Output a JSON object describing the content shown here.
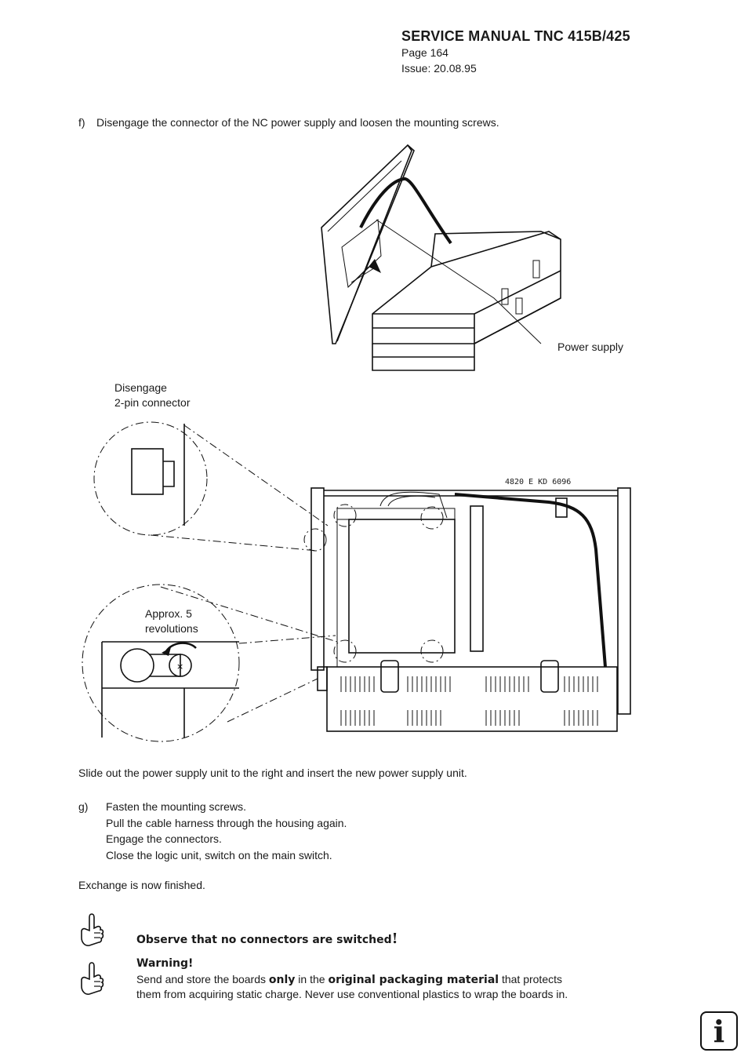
{
  "header": {
    "title": "SERVICE MANUAL TNC 415B/425",
    "page": "Page 164",
    "issue": "Issue: 20.08.95"
  },
  "step_f": {
    "marker": "f)",
    "text": "Disengage the connector of the NC power supply and loosen the mounting screws."
  },
  "figure1": {
    "label_power_supply": "Power supply"
  },
  "figure2": {
    "label_disengage_line1": "Disengage",
    "label_disengage_line2": "2-pin connector",
    "label_revolutions_line1": "Approx. 5",
    "label_revolutions_line2": "revolutions",
    "drawing_code": "4820 E KD 6096"
  },
  "slide_text": "Slide out the power supply unit to the right and insert the new power supply unit.",
  "step_g": {
    "marker": "g)",
    "lines": [
      "Fasten the mounting screws.",
      "Pull the cable harness through the housing again.",
      "Engage the connectors.",
      "Close the logic unit, switch on the main switch."
    ]
  },
  "finished_text": "Exchange is now finished.",
  "notes": {
    "observe": "Observe that no connectors are switched",
    "observe_mark": "!",
    "warning_title": "Warning!",
    "warning_pre": "Send and store the boards ",
    "warning_only": "only",
    "warning_mid": " in the ",
    "warning_pkg": "original packaging material",
    "warning_post": " that protects",
    "warning_line2": "them from acquiring static charge. Never use conventional plastics to wrap the boards in."
  },
  "info_icon": "i"
}
